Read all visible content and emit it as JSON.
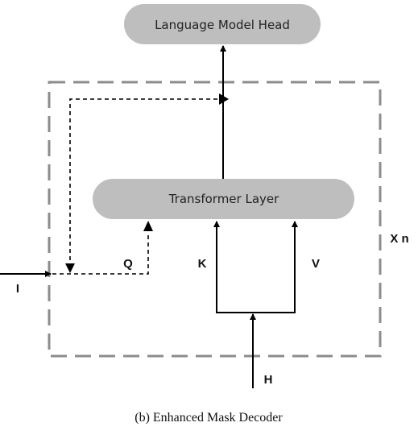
{
  "nodes": {
    "lm_head": "Language Model Head",
    "transformer": "Transformer Layer"
  },
  "labels": {
    "repeat": "X n",
    "input": "I",
    "q": "Q",
    "k": "K",
    "v": "V",
    "h": "H"
  },
  "caption": "(b) Enhanced Mask Decoder",
  "colors": {
    "box_fill": "#bebebe",
    "dashed_border": "#8c8c8c",
    "line": "#000000",
    "text": "#222222"
  }
}
